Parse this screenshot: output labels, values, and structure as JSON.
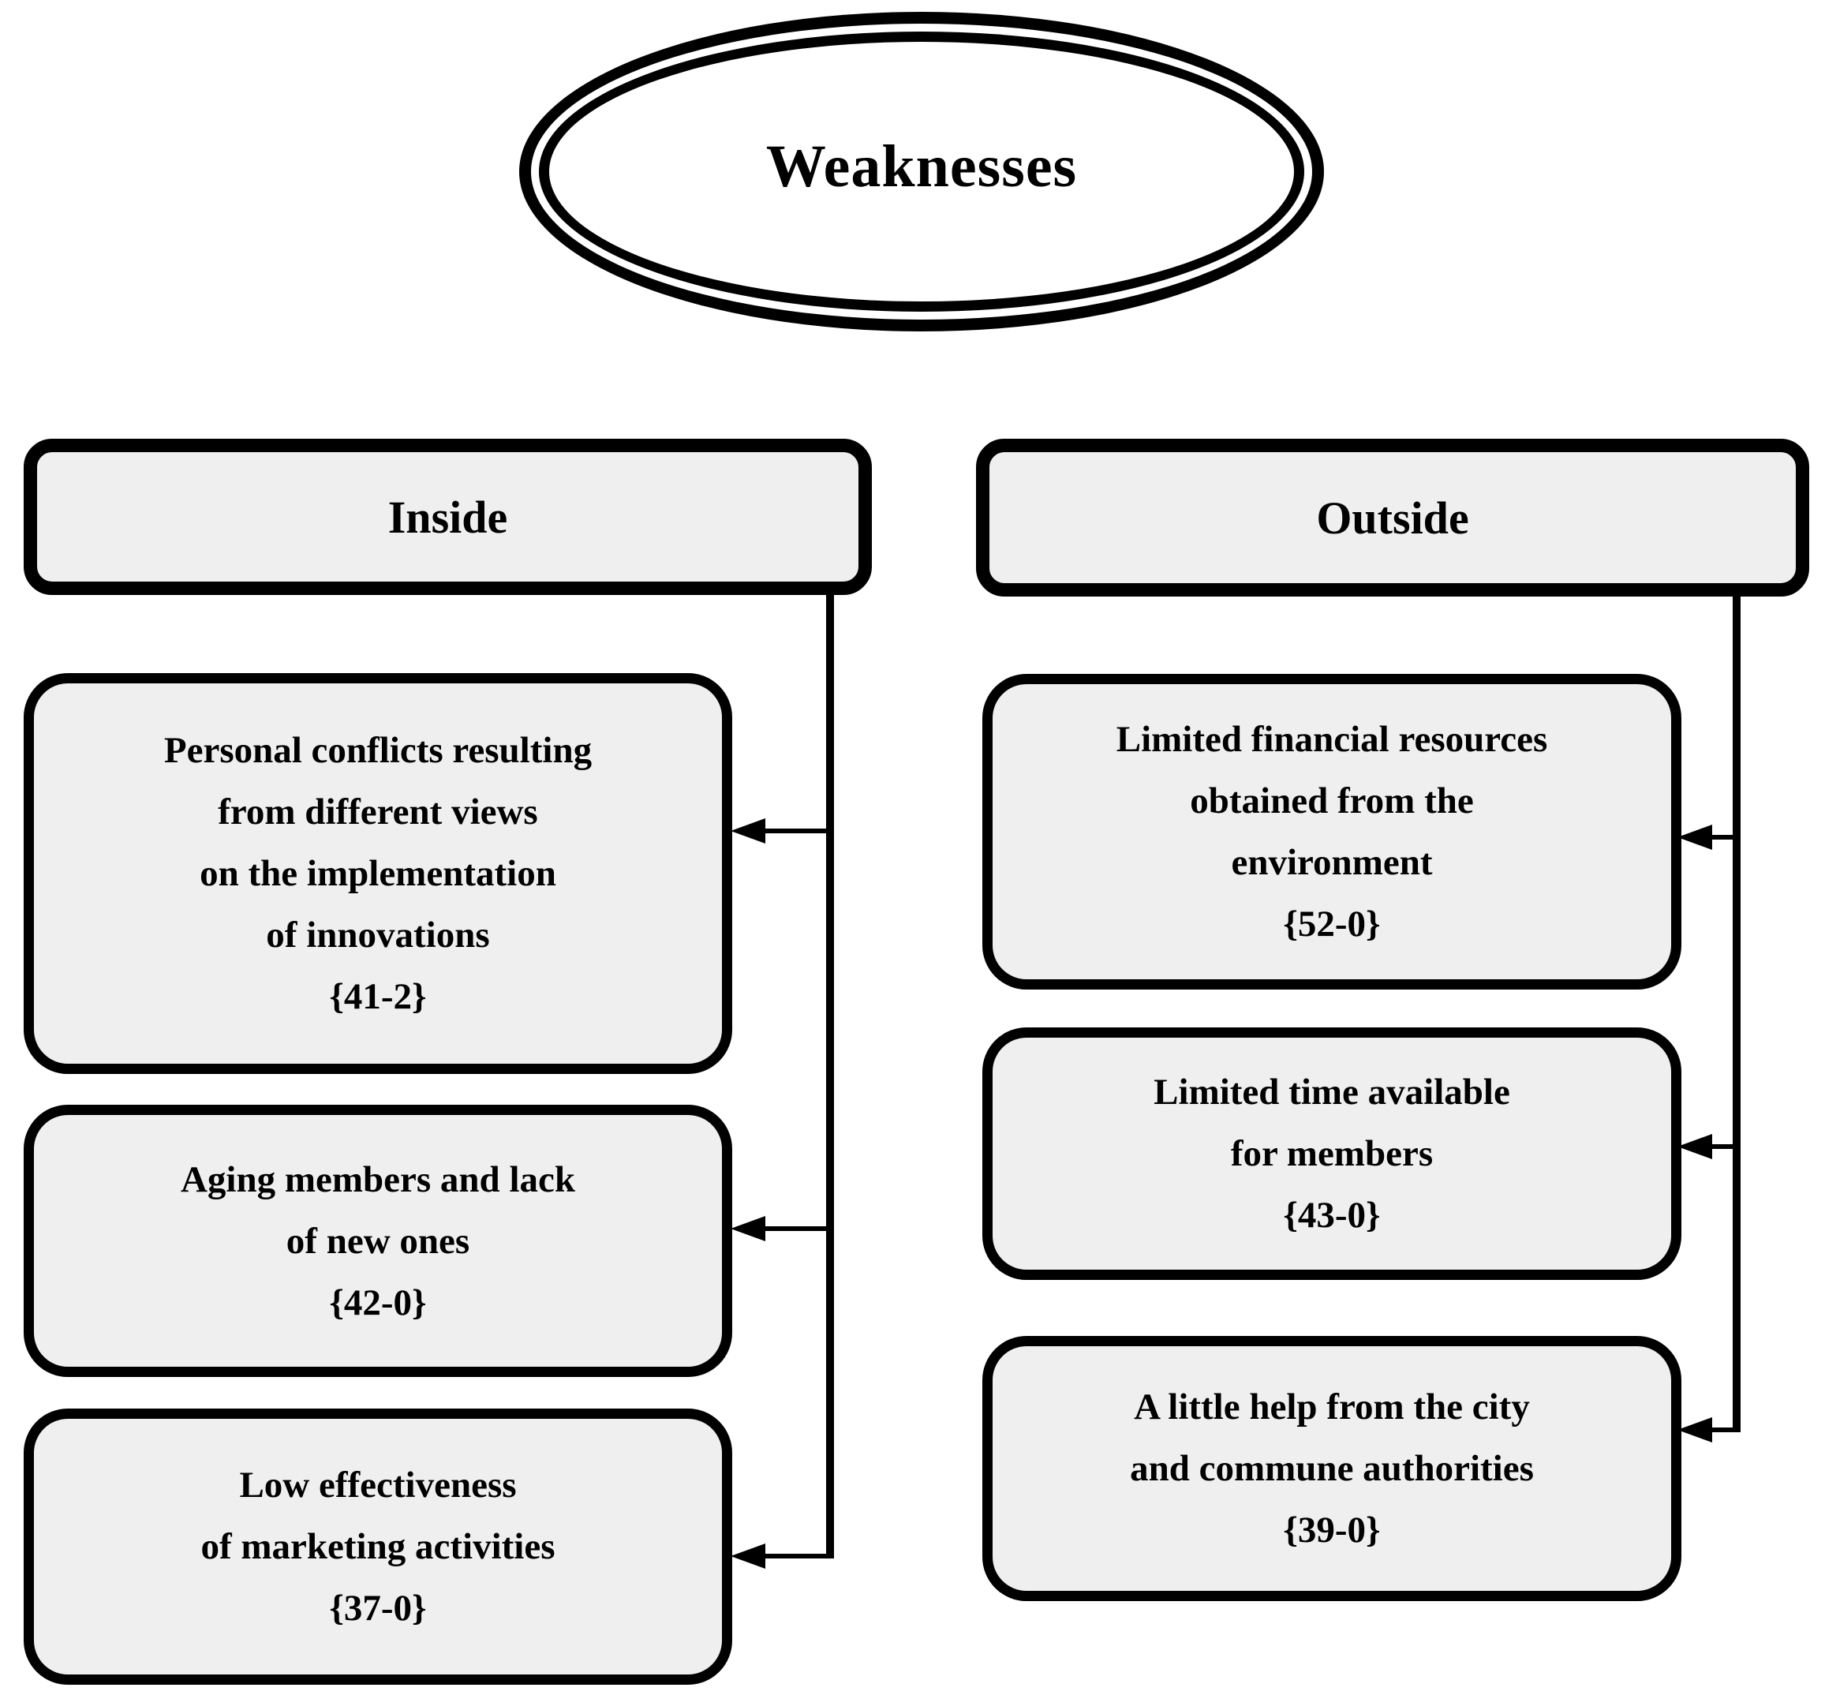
{
  "title": {
    "label": "Weaknesses"
  },
  "columns": {
    "inside": {
      "header": "Inside",
      "boxes": [
        {
          "lines": [
            "Personal conflicts resulting",
            "from different views",
            "on the implementation",
            "of innovations",
            "{41-2}"
          ]
        },
        {
          "lines": [
            "Aging members and lack",
            "of new ones",
            "{42-0}"
          ]
        },
        {
          "lines": [
            "Low effectiveness",
            "of marketing activities",
            "{37-0}"
          ]
        }
      ]
    },
    "outside": {
      "header": "Outside",
      "boxes": [
        {
          "lines": [
            "Limited financial resources",
            "obtained from the",
            "environment",
            "{52-0}"
          ]
        },
        {
          "lines": [
            "Limited time available",
            "for members",
            "{43-0}"
          ]
        },
        {
          "lines": [
            "A little help from the city",
            "and commune authorities",
            "{39-0}"
          ]
        }
      ]
    }
  },
  "colors": {
    "background": "#ffffff",
    "box_fill": "#efefef",
    "line": "#000000"
  }
}
